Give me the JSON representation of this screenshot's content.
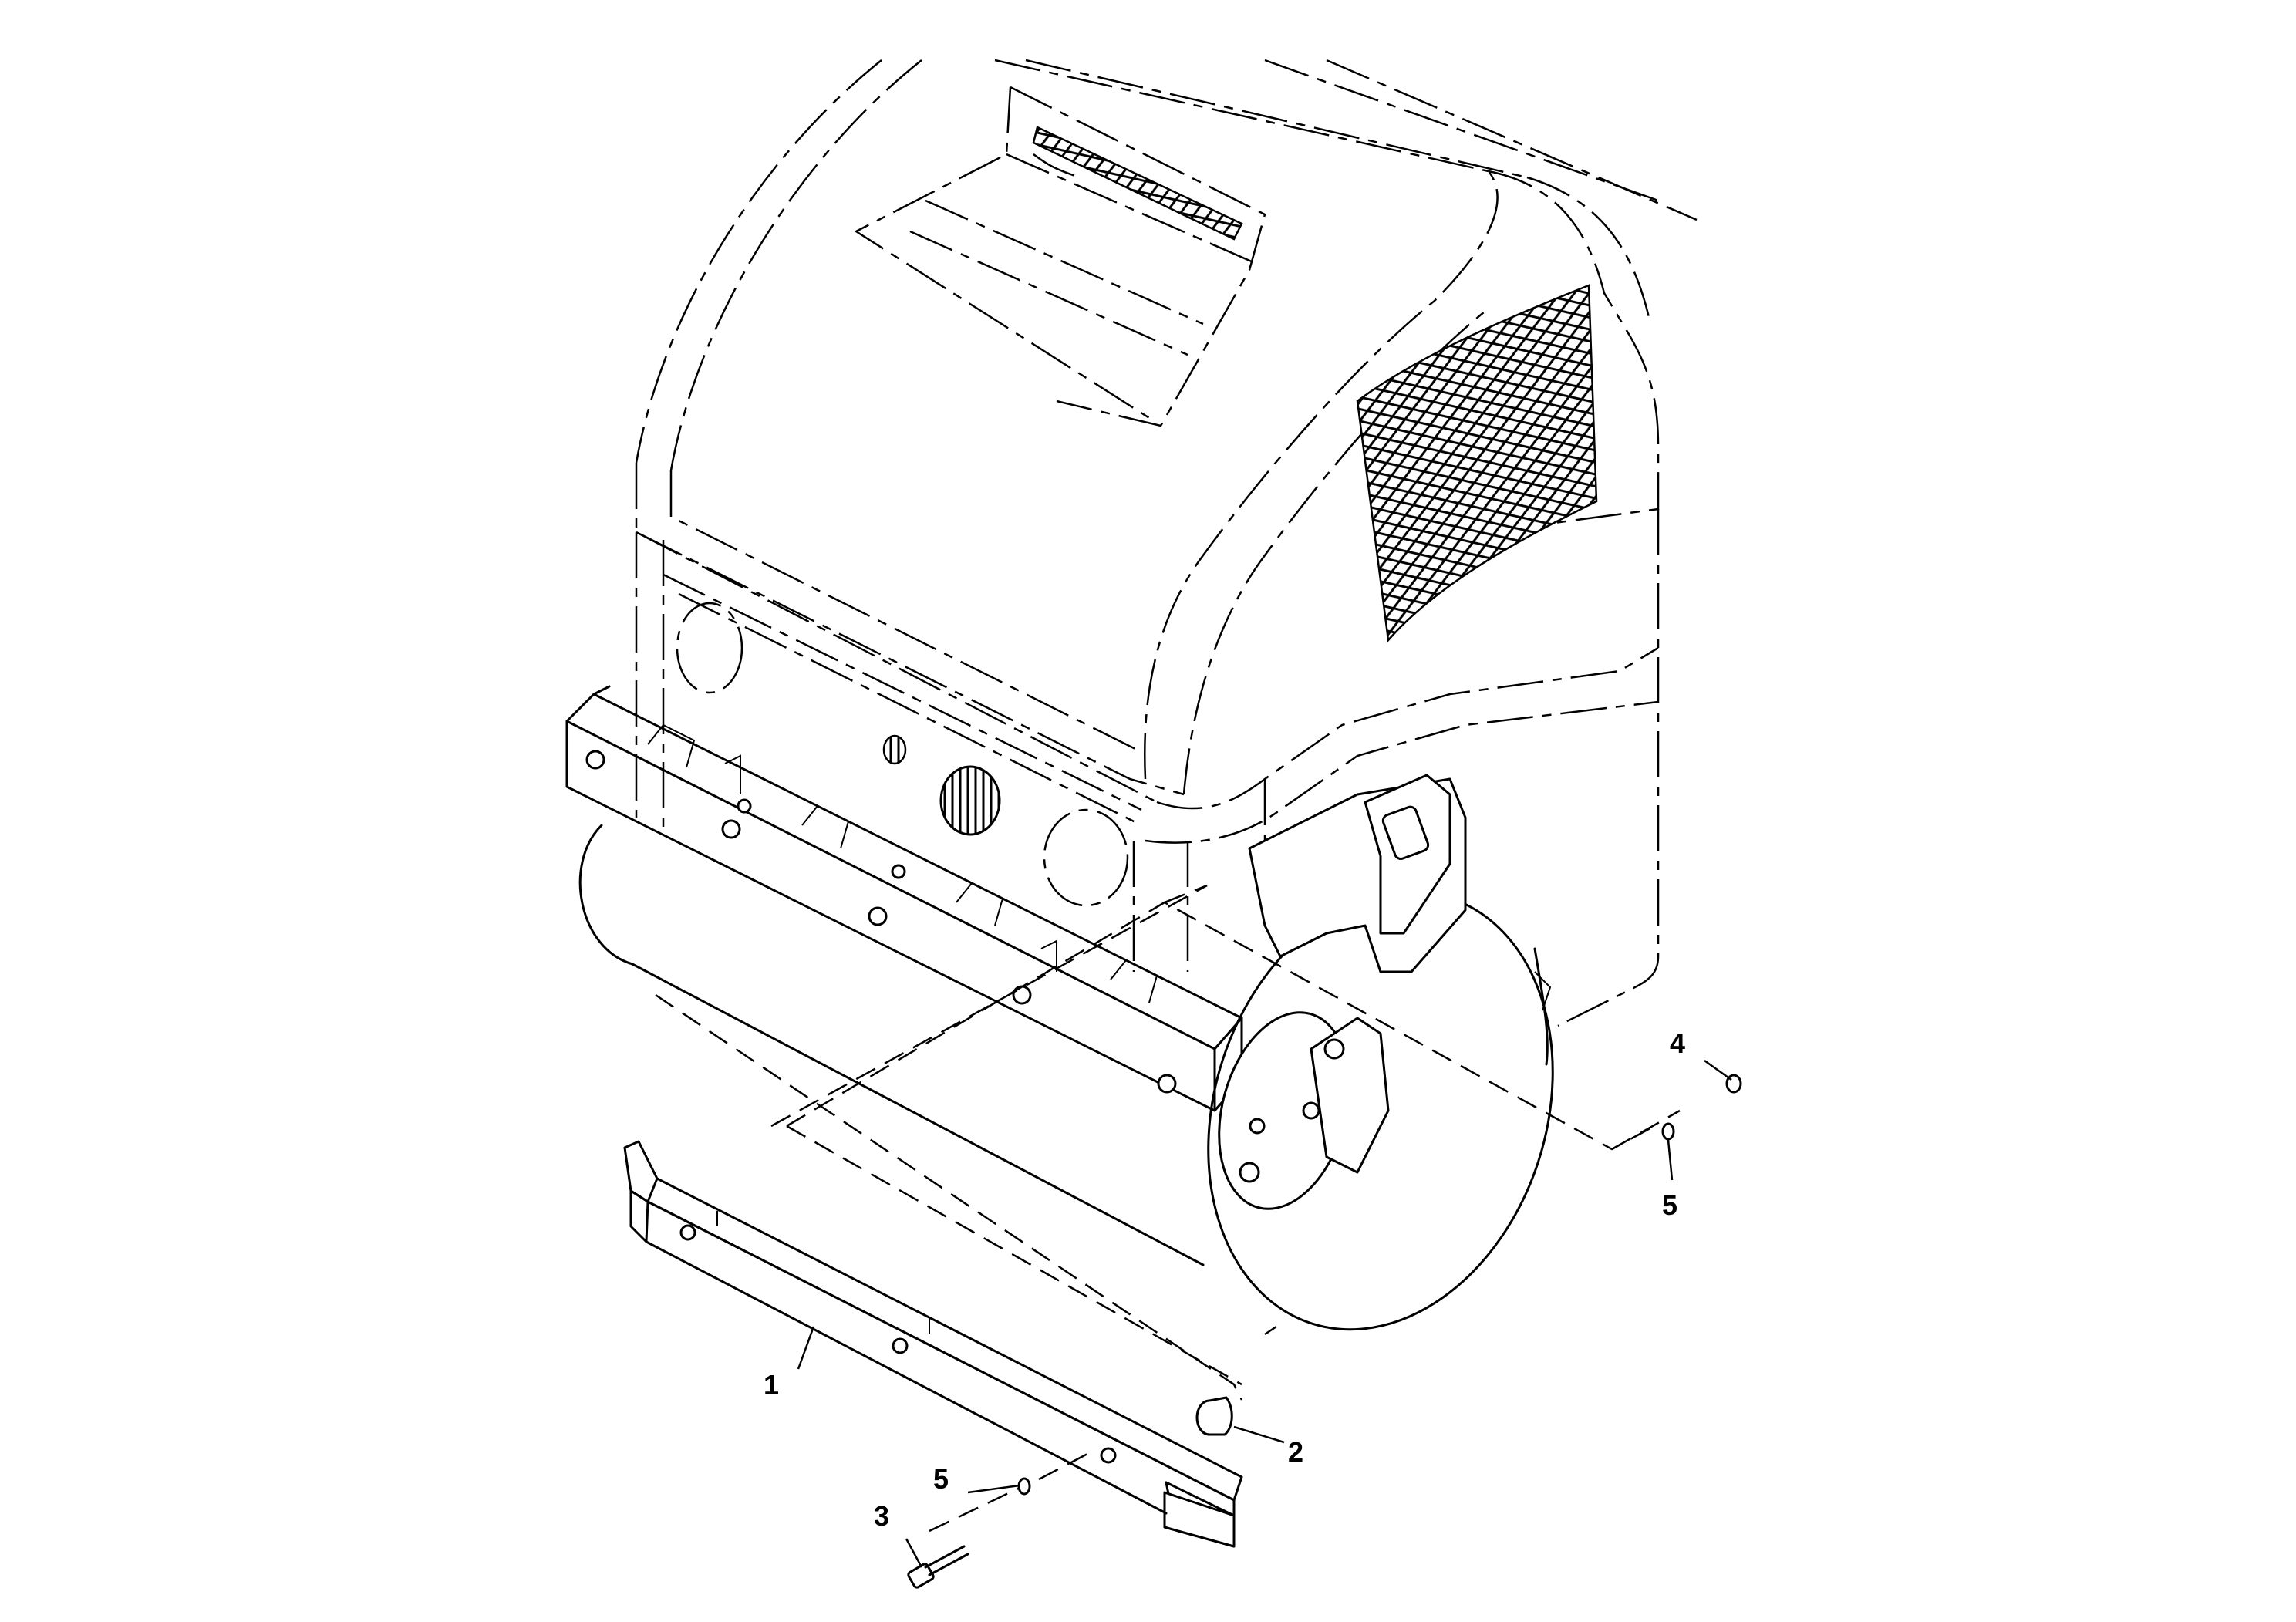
{
  "callouts": [
    {
      "id": "1",
      "label": "1"
    },
    {
      "id": "2",
      "label": "2"
    },
    {
      "id": "3",
      "label": "3"
    },
    {
      "id": "4",
      "label": "4"
    },
    {
      "id": "5a",
      "label": "5"
    },
    {
      "id": "5b",
      "label": "5"
    }
  ],
  "colors": {
    "line": "#000000",
    "background": "#ffffff"
  }
}
